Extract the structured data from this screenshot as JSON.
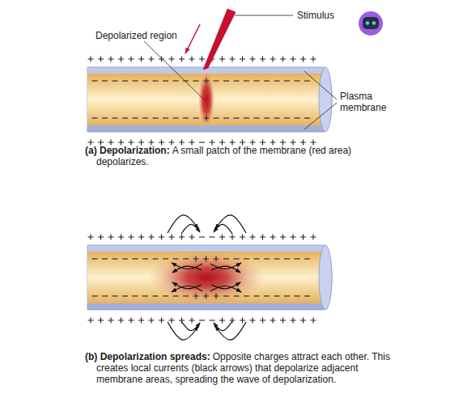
{
  "diagram": {
    "labels": [
      "Stimulus",
      "Depolarized region",
      "Plasma membrane",
      "(a) Depolarization:",
      "A small patch of the membrane (red area) depolarizes.",
      "(b) Depolarization spreads:",
      "Opposite charges attract each other. This creates local currents (black arrows) that depolarize adjacent membrane areas, spreading the wave of depolarization."
    ]
  }
}
